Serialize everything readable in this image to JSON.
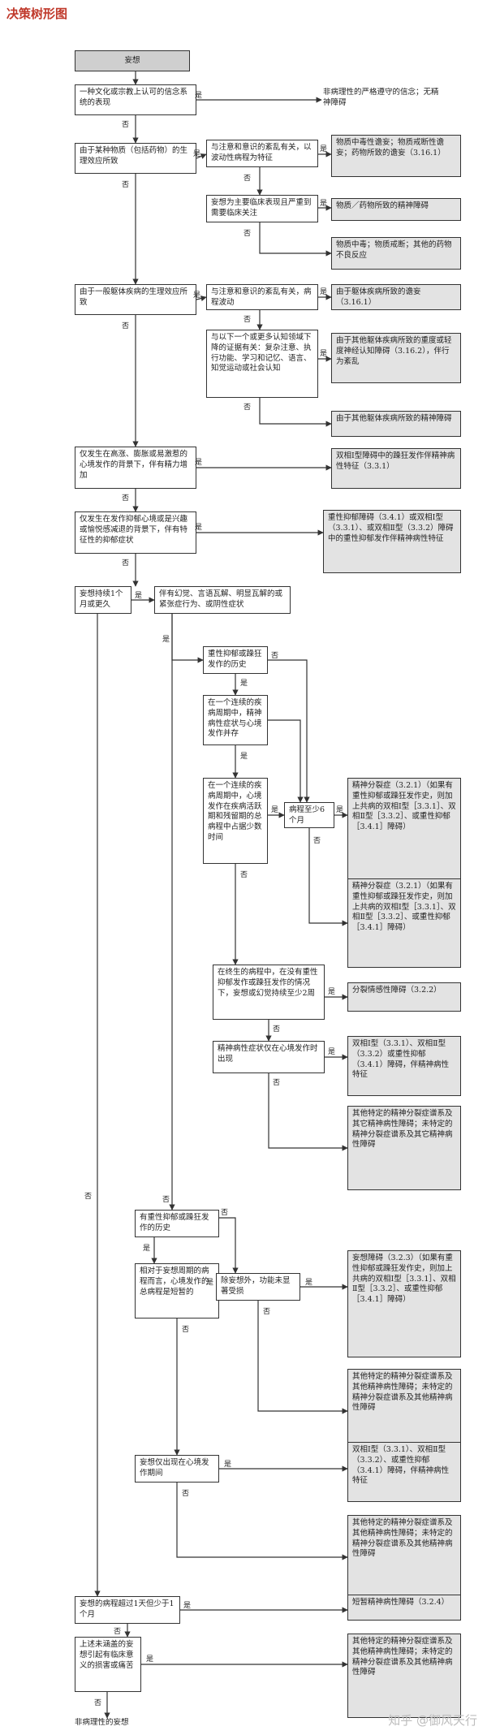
{
  "title": "决策树形图",
  "watermark": "知乎 @御风天行",
  "labels": {
    "yes": "是",
    "no": "否"
  },
  "nodes": {
    "n_start": "妄想",
    "n_q1": "一种文化或宗教上认可的信念系统的表现",
    "n_o1": "非病理性的严格遵守的信念；无精神障碍",
    "n_q2": "由于某种物质（包括药物）的生理效应所致",
    "n_q2a": "与注意和意识的紊乱有关，以波动性病程为特征",
    "n_o2a": "物质中毒性谵妄；物质戒断性谵妄；药物所致的谵妄（3.16.1）",
    "n_q2b": "妄想为主要临床表现且严重到需要临床关注",
    "n_o2b": "物质／药物所致的精神障碍",
    "n_o2c": "物质中毒；物质戒断；其他的药物不良反应",
    "n_q3": "由于一般躯体疾病的生理效应所致",
    "n_q3a": "与注意和意识的紊乱有关，病程波动",
    "n_o3a": "由于躯体疾病所致的谵妄（3.16.1）",
    "n_q3b": "与以下一个或更多认知领域下降的证据有关：复杂注意、执行功能、学习和记忆、语言、知觉运动或社会认知",
    "n_o3b": "由于其他躯体疾病所致的重度或轻度神经认知障碍（3.16.2），伴行为紊乱",
    "n_o3c": "由于其他躯体疾病所致的精神障碍",
    "n_q4": "仅发生在高涨、膨胀或易激惹的心境发作的背景下，伴有精力增加",
    "n_o4": "双相Ⅰ型障碍中的躁狂发作伴精神病性特征（3.3.1）",
    "n_q5": "仅发生在发作抑郁心境或是兴趣或愉悦感减退的背景下，伴有特征性的抑郁症状",
    "n_o5": "重性抑郁障碍（3.4.1）或双相Ⅰ型（3.3.1）、或双相Ⅱ型（3.3.2）障碍中的重性抑郁发作伴精神病性特征",
    "n_q6": "妄想持续1个月或更久",
    "n_q7": "伴有幻觉、言语瓦解、明显瓦解的或紧张症行为、或阴性症状",
    "n_q8": "重性抑郁或躁狂发作的历史",
    "n_q9": "在一个连续的疾病周期中，精神病性症状与心境发作并存",
    "n_q10": "在一个连续的疾病周期中，心境发作在疾病活跃期和残留期的总病程中占据少数时间",
    "n_q10b": "病程至少6个月",
    "n_o10a": "精神分裂症（3.2.1）（如果有重性抑郁或躁狂发作史，则加上共病的双相Ⅰ型［3.3.1］、双相Ⅱ型［3.3.2］、或重性抑郁［3.4.1］障碍）",
    "n_o10b": "精神分裂症（3.2.1）（如果有重性抑郁或躁狂发作史，则加上共病的双相Ⅰ型［3.3.1］、双相Ⅱ型［3.3.2］、或重性抑郁［3.4.1］障碍）",
    "n_q11": "在终生的病程中，在没有重性抑郁发作或躁狂发作的情况下，妄想或幻觉持续至少2周",
    "n_o11": "分裂情感性障碍（3.2.2）",
    "n_q12": "精神病性症状仅在心境发作时出现",
    "n_o12": "双相Ⅰ型（3.3.1）、双相Ⅱ型（3.3.2）或重性抑郁（3.4.1）障碍，伴精神病性特征",
    "n_o12b": "其他特定的精神分裂症谱系及其它精神病性障碍；未特定的精神分裂症谱系及其它精神病性障碍",
    "n_q13": "有重性抑郁或躁狂发作的历史",
    "n_q14": "相对于妄想周期的病程而言，心境发作的总病程是短暂的",
    "n_q15": "除妄想外，功能未显著受损",
    "n_o15": "妄想障碍（3.2.3）（如果有重性抑郁或躁狂发作史，则加上共病的双相Ⅰ型［3.3.1］、双相Ⅱ型［3.3.2］、或重性抑郁［3.4.1］障碍）",
    "n_o15b": "其他特定的精神分裂症谱系及其他精神病性障碍；未特定的精神分裂症谱系及其他精神病性障碍",
    "n_q16": "妄想仅出现在心境发作期间",
    "n_o16": "双相Ⅰ型（3.3.1）、双相Ⅱ型（3.3.2）、或重性抑郁（3.4.1）障碍，伴精神病性特征",
    "n_o16b": "其他特定的精神分裂症谱系及其他精神病性障碍；未特定的精神分裂症谱系及其他精神病性障碍",
    "n_q17": "妄想的病程超过1天但少于1个月",
    "n_o17": "短暂精神病性障碍（3.2.4）",
    "n_q18": "上述未涵盖的妄想引起有临床意义的损害或痛苦",
    "n_o18": "其他特定的精神分裂症谱系及其他精神病性障碍；未特定的精神分裂症谱系及其他精神病性障碍",
    "n_o19": "非病理性的妄想"
  }
}
